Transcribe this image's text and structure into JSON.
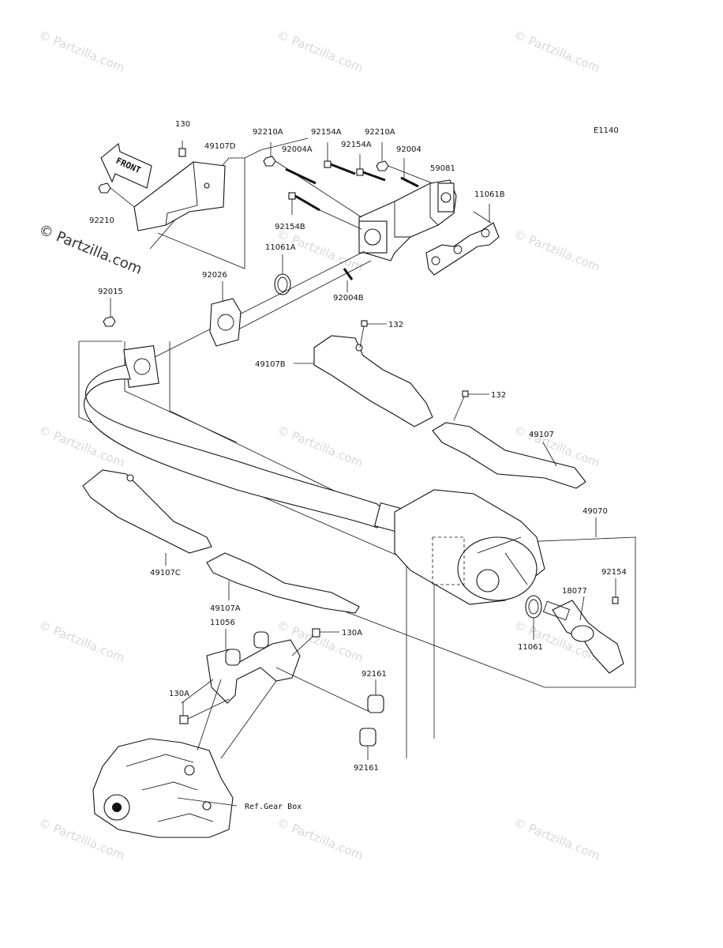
{
  "diagram_code": "E1140",
  "front_marker": "FRONT",
  "brand_watermark": "© Partzilla.com",
  "watermark_text": "© Partzilla.com",
  "reference_note": "Ref.Gear Box",
  "part_labels": {
    "p130_top": "130",
    "p49107D": "49107D",
    "p92210": "92210",
    "p92210A_left": "92210A",
    "p92004A": "92004A",
    "p92154A_1": "92154A",
    "p92154A_2": "92154A",
    "p92210A_right": "92210A",
    "p92004": "92004",
    "p59081": "59081",
    "p11061B": "11061B",
    "p92154B": "92154B",
    "p11061A": "11061A",
    "p92004B": "92004B",
    "p92026": "92026",
    "p92015": "92015",
    "p132_top": "132",
    "p49107B": "49107B",
    "p132_mid": "132",
    "p49107": "49107",
    "p49070": "49070",
    "p49107C": "49107C",
    "p49107A": "49107A",
    "p92154": "92154",
    "p18077": "18077",
    "p11056": "11056",
    "p130A_right": "130A",
    "p11061": "11061",
    "p92161_top": "92161",
    "p130A_left": "130A",
    "p92161_bottom": "92161"
  }
}
